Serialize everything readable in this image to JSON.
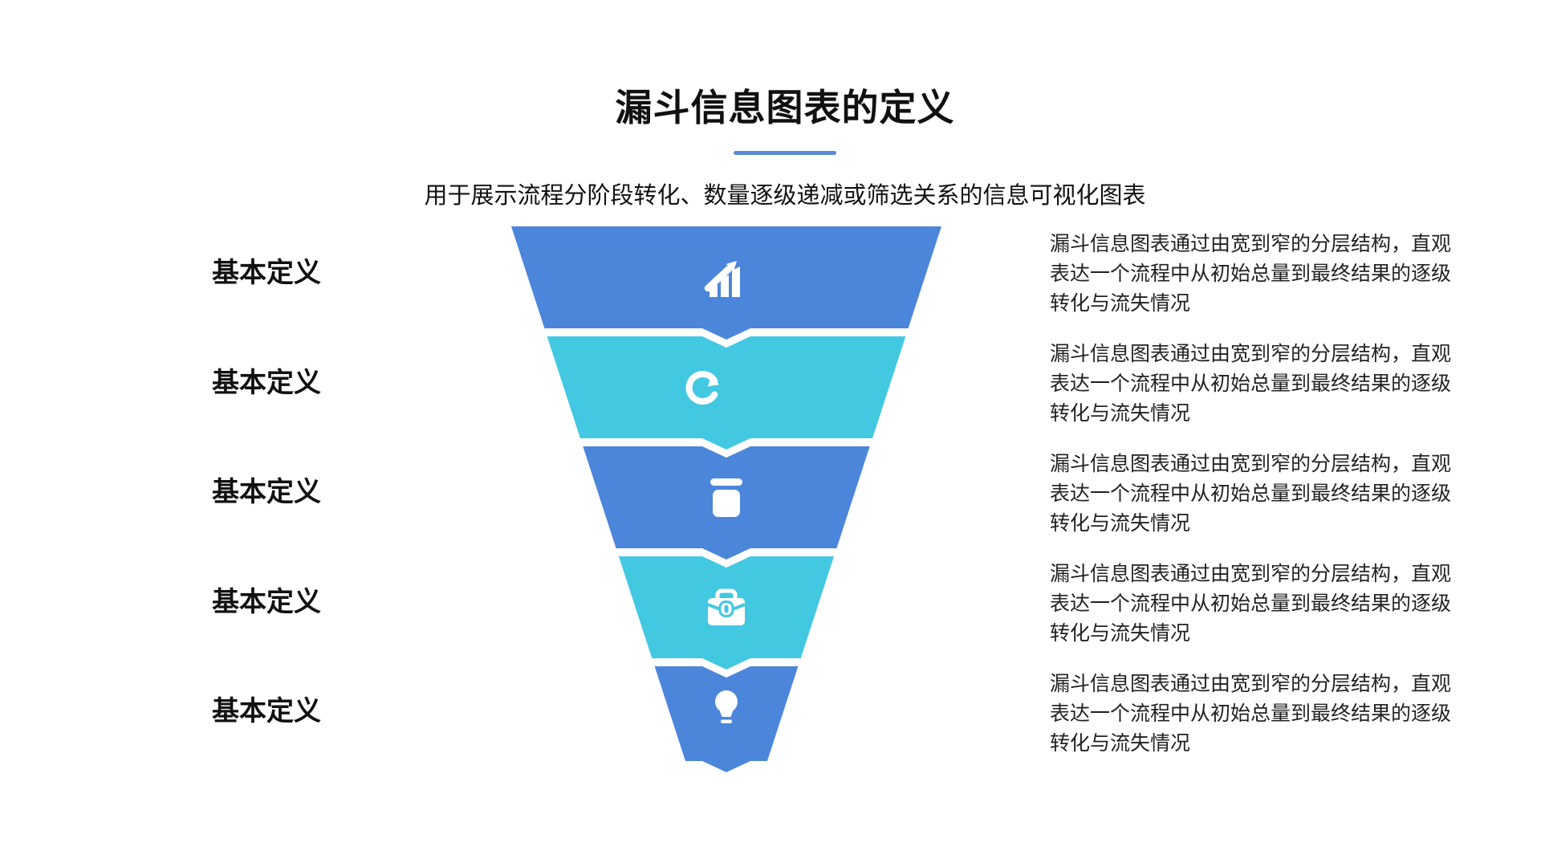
{
  "slide": {
    "title": "漏斗信息图表的定义",
    "subtitle": "用于展示流程分阶段转化、数量逐级递减或筛选关系的信息可视化图表"
  },
  "colors": {
    "blue": "#4C86DB",
    "cyan": "#43C8E2",
    "divider": "#5B8BD6",
    "icon": "#FFFFFF",
    "heading": "#111111",
    "body": "#222222",
    "background": "#FFFFFF"
  },
  "funnel": {
    "layers": [
      {
        "label": "基本定义",
        "icon": "trend-up-chart-icon",
        "color": "#4C86DB",
        "desc_lines": [
          "漏斗信息图表通过由宽到窄的分层结构，直观",
          "表达一个流程中从初始总量到最终结果的逐级",
          "转化与流失情况"
        ]
      },
      {
        "label": "基本定义",
        "icon": "refresh-ccw-icon",
        "color": "#43C8E2",
        "desc_lines": [
          "漏斗信息图表通过由宽到窄的分层结构，直观",
          "表达一个流程中从初始总量到最终结果的逐级",
          "转化与流失情况"
        ]
      },
      {
        "label": "基本定义",
        "icon": "trash-icon",
        "color": "#4C86DB",
        "desc_lines": [
          "漏斗信息图表通过由宽到窄的分层结构，直观",
          "表达一个流程中从初始总量到最终结果的逐级",
          "转化与流失情况"
        ]
      },
      {
        "label": "基本定义",
        "icon": "briefcase-icon",
        "color": "#43C8E2",
        "desc_lines": [
          "漏斗信息图表通过由宽到窄的分层结构，直观",
          "表达一个流程中从初始总量到最终结果的逐级",
          "转化与流失情况"
        ]
      },
      {
        "label": "基本定义",
        "icon": "lightbulb-icon",
        "color": "#4C86DB",
        "desc_lines": [
          "漏斗信息图表通过由宽到窄的分层结构，直观",
          "表达一个流程中从初始总量到最终结果的逐级",
          "转化与流失情况"
        ]
      }
    ]
  }
}
